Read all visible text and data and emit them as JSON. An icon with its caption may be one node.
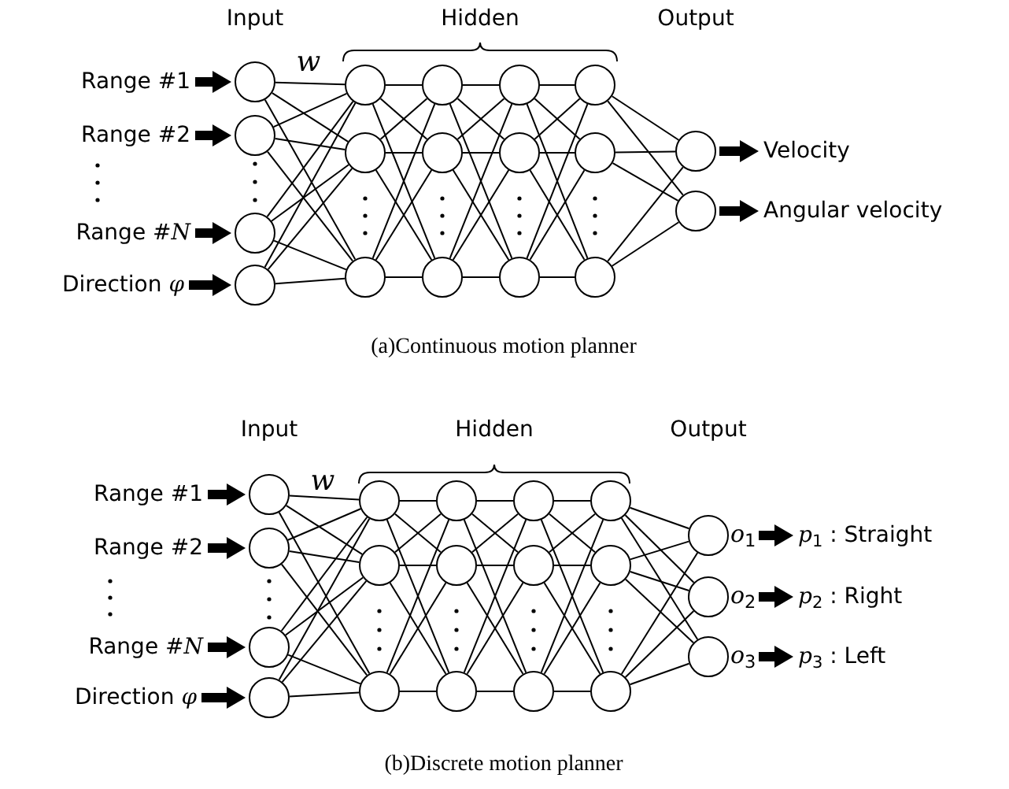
{
  "diagram": {
    "nodes": [
      {
        "text": [
          "Range #1"
        ]
      },
      {
        "text": [
          "Range #2"
        ]
      },
      {
        "text": [
          "Range #*N*"
        ]
      },
      {
        "text": [
          "Direction *φ*"
        ]
      },
      {
        "text": [],
        "shape": "circle"
      },
      {
        "text": [],
        "shape": "circle"
      },
      {
        "text": [],
        "shape": "circle"
      },
      {
        "text": [],
        "shape": "circle"
      },
      {
        "text": [],
        "shape": "circle"
      },
      {
        "text": [],
        "shape": "circle"
      },
      {
        "text": [],
        "shape": "circle"
      },
      {
        "text": [],
        "shape": "circle"
      },
      {
        "text": [],
        "shape": "circle"
      },
      {
        "text": [],
        "shape": "circle"
      },
      {
        "text": [],
        "shape": "circle"
      },
      {
        "text": [],
        "shape": "circle"
      },
      {
        "text": [],
        "shape": "circle"
      },
      {
        "text": [],
        "shape": "circle"
      },
      {
        "text": [],
        "shape": "circle"
      },
      {
        "text": [],
        "shape": "circle"
      },
      {
        "text": [],
        "shape": "circle"
      },
      {
        "text": [],
        "shape": "circle"
      },
      {
        "text": [
          "Velocity"
        ]
      },
      {
        "text": [
          "Angular velocity"
        ]
      },
      {
        "text": [
          "Range #1"
        ]
      },
      {
        "text": [
          "Range #2"
        ]
      },
      {
        "text": [
          "Range #*N*"
        ]
      },
      {
        "text": [
          "Direction *φ*"
        ]
      },
      {
        "text": [],
        "shape": "circle"
      },
      {
        "text": [],
        "shape": "circle"
      },
      {
        "text": [],
        "shape": "circle"
      },
      {
        "text": [],
        "shape": "circle"
      },
      {
        "text": [],
        "shape": "circle"
      },
      {
        "text": [],
        "shape": "circle"
      },
      {
        "text": [],
        "shape": "circle"
      },
      {
        "text": [],
        "shape": "circle"
      },
      {
        "text": [],
        "shape": "circle"
      },
      {
        "text": [],
        "shape": "circle"
      },
      {
        "text": [],
        "shape": "circle"
      },
      {
        "text": [],
        "shape": "circle"
      },
      {
        "text": [],
        "shape": "circle"
      },
      {
        "text": [],
        "shape": "circle"
      },
      {
        "text": [],
        "shape": "circle"
      },
      {
        "text": [],
        "shape": "circle"
      },
      {
        "text": [],
        "shape": "circle",
        "beside": [
          "*o*$_{1}$"
        ]
      },
      {
        "text": [],
        "shape": "circle",
        "beside": [
          "*o*$_{2}$"
        ]
      },
      {
        "text": [],
        "shape": "circle",
        "beside": [
          "*o*$_{3}$"
        ]
      },
      {
        "text": [
          "*p*$_{1}$ : Straight"
        ]
      },
      {
        "text": [
          "*p*$_{2}$ : Right"
        ]
      },
      {
        "text": [
          "*p*$_{3}$ : Left"
        ]
      }
    ],
    "edges": [
      {
        "from": 0,
        "to": 4,
        "arrow": "to",
        "style": "thick"
      },
      {
        "from": 1,
        "to": 5,
        "arrow": "to",
        "style": "thick"
      },
      {
        "from": 2,
        "to": 6,
        "arrow": "to",
        "style": "thick"
      },
      {
        "from": 3,
        "to": 7,
        "arrow": "to",
        "style": "thick"
      },
      {
        "from": 4,
        "to": 8,
        "arrow": "none"
      },
      {
        "from": 4,
        "to": 9,
        "arrow": "none"
      },
      {
        "from": 4,
        "to": 10,
        "arrow": "none"
      },
      {
        "from": 5,
        "to": 8,
        "arrow": "none"
      },
      {
        "from": 5,
        "to": 9,
        "arrow": "none"
      },
      {
        "from": 5,
        "to": 10,
        "arrow": "none"
      },
      {
        "from": 6,
        "to": 8,
        "arrow": "none"
      },
      {
        "from": 6,
        "to": 9,
        "arrow": "none"
      },
      {
        "from": 6,
        "to": 10,
        "arrow": "none"
      },
      {
        "from": 7,
        "to": 8,
        "arrow": "none"
      },
      {
        "from": 7,
        "to": 9,
        "arrow": "none"
      },
      {
        "from": 7,
        "to": 10,
        "arrow": "none"
      },
      {
        "from": 8,
        "to": 11,
        "arrow": "none"
      },
      {
        "from": 8,
        "to": 12,
        "arrow": "none"
      },
      {
        "from": 8,
        "to": 13,
        "arrow": "none"
      },
      {
        "from": 9,
        "to": 11,
        "arrow": "none"
      },
      {
        "from": 9,
        "to": 12,
        "arrow": "none"
      },
      {
        "from": 9,
        "to": 13,
        "arrow": "none"
      },
      {
        "from": 10,
        "to": 11,
        "arrow": "none"
      },
      {
        "from": 10,
        "to": 12,
        "arrow": "none"
      },
      {
        "from": 10,
        "to": 13,
        "arrow": "none"
      },
      {
        "from": 11,
        "to": 14,
        "arrow": "none"
      },
      {
        "from": 11,
        "to": 15,
        "arrow": "none"
      },
      {
        "from": 11,
        "to": 16,
        "arrow": "none"
      },
      {
        "from": 12,
        "to": 14,
        "arrow": "none"
      },
      {
        "from": 12,
        "to": 15,
        "arrow": "none"
      },
      {
        "from": 12,
        "to": 16,
        "arrow": "none"
      },
      {
        "from": 13,
        "to": 14,
        "arrow": "none"
      },
      {
        "from": 13,
        "to": 15,
        "arrow": "none"
      },
      {
        "from": 13,
        "to": 16,
        "arrow": "none"
      },
      {
        "from": 14,
        "to": 17,
        "arrow": "none"
      },
      {
        "from": 14,
        "to": 18,
        "arrow": "none"
      },
      {
        "from": 14,
        "to": 19,
        "arrow": "none"
      },
      {
        "from": 15,
        "to": 17,
        "arrow": "none"
      },
      {
        "from": 15,
        "to": 18,
        "arrow": "none"
      },
      {
        "from": 15,
        "to": 19,
        "arrow": "none"
      },
      {
        "from": 16,
        "to": 17,
        "arrow": "none"
      },
      {
        "from": 16,
        "to": 18,
        "arrow": "none"
      },
      {
        "from": 16,
        "to": 19,
        "arrow": "none"
      },
      {
        "from": 17,
        "to": 20,
        "arrow": "none"
      },
      {
        "from": 17,
        "to": 21,
        "arrow": "none"
      },
      {
        "from": 18,
        "to": 20,
        "arrow": "none"
      },
      {
        "from": 18,
        "to": 21,
        "arrow": "none"
      },
      {
        "from": 19,
        "to": 20,
        "arrow": "none"
      },
      {
        "from": 19,
        "to": 21,
        "arrow": "none"
      },
      {
        "from": 20,
        "to": 22,
        "arrow": "to",
        "style": "thick"
      },
      {
        "from": 21,
        "to": 23,
        "arrow": "to",
        "style": "thick"
      },
      {
        "from": 24,
        "to": 28,
        "arrow": "to",
        "style": "thick"
      },
      {
        "from": 25,
        "to": 29,
        "arrow": "to",
        "style": "thick"
      },
      {
        "from": 26,
        "to": 30,
        "arrow": "to",
        "style": "thick"
      },
      {
        "from": 27,
        "to": 31,
        "arrow": "to",
        "style": "thick"
      },
      {
        "from": 28,
        "to": 32,
        "arrow": "none"
      },
      {
        "from": 28,
        "to": 33,
        "arrow": "none"
      },
      {
        "from": 28,
        "to": 34,
        "arrow": "none"
      },
      {
        "from": 29,
        "to": 32,
        "arrow": "none"
      },
      {
        "from": 29,
        "to": 33,
        "arrow": "none"
      },
      {
        "from": 29,
        "to": 34,
        "arrow": "none"
      },
      {
        "from": 30,
        "to": 32,
        "arrow": "none"
      },
      {
        "from": 30,
        "to": 33,
        "arrow": "none"
      },
      {
        "from": 30,
        "to": 34,
        "arrow": "none"
      },
      {
        "from": 31,
        "to": 32,
        "arrow": "none"
      },
      {
        "from": 31,
        "to": 33,
        "arrow": "none"
      },
      {
        "from": 31,
        "to": 34,
        "arrow": "none"
      },
      {
        "from": 32,
        "to": 35,
        "arrow": "none"
      },
      {
        "from": 32,
        "to": 36,
        "arrow": "none"
      },
      {
        "from": 32,
        "to": 37,
        "arrow": "none"
      },
      {
        "from": 33,
        "to": 35,
        "arrow": "none"
      },
      {
        "from": 33,
        "to": 36,
        "arrow": "none"
      },
      {
        "from": 33,
        "to": 37,
        "arrow": "none"
      },
      {
        "from": 34,
        "to": 35,
        "arrow": "none"
      },
      {
        "from": 34,
        "to": 36,
        "arrow": "none"
      },
      {
        "from": 34,
        "to": 37,
        "arrow": "none"
      },
      {
        "from": 35,
        "to": 38,
        "arrow": "none"
      },
      {
        "from": 35,
        "to": 39,
        "arrow": "none"
      },
      {
        "from": 35,
        "to": 40,
        "arrow": "none"
      },
      {
        "from": 36,
        "to": 38,
        "arrow": "none"
      },
      {
        "from": 36,
        "to": 39,
        "arrow": "none"
      },
      {
        "from": 36,
        "to": 40,
        "arrow": "none"
      },
      {
        "from": 37,
        "to": 38,
        "arrow": "none"
      },
      {
        "from": 37,
        "to": 39,
        "arrow": "none"
      },
      {
        "from": 37,
        "to": 40,
        "arrow": "none"
      },
      {
        "from": 38,
        "to": 41,
        "arrow": "none"
      },
      {
        "from": 38,
        "to": 42,
        "arrow": "none"
      },
      {
        "from": 38,
        "to": 43,
        "arrow": "none"
      },
      {
        "from": 39,
        "to": 41,
        "arrow": "none"
      },
      {
        "from": 39,
        "to": 42,
        "arrow": "none"
      },
      {
        "from": 39,
        "to": 43,
        "arrow": "none"
      },
      {
        "from": 40,
        "to": 41,
        "arrow": "none"
      },
      {
        "from": 40,
        "to": 42,
        "arrow": "none"
      },
      {
        "from": 40,
        "to": 43,
        "arrow": "none"
      },
      {
        "from": 41,
        "to": 44,
        "arrow": "none"
      },
      {
        "from": 41,
        "to": 45,
        "arrow": "none"
      },
      {
        "from": 41,
        "to": 46,
        "arrow": "none"
      },
      {
        "from": 42,
        "to": 44,
        "arrow": "none"
      },
      {
        "from": 42,
        "to": 45,
        "arrow": "none"
      },
      {
        "from": 42,
        "to": 46,
        "arrow": "none"
      },
      {
        "from": 43,
        "to": 44,
        "arrow": "none"
      },
      {
        "from": 43,
        "to": 45,
        "arrow": "none"
      },
      {
        "from": 43,
        "to": 46,
        "arrow": "none"
      },
      {
        "from": 44,
        "to": 47,
        "arrow": "to",
        "style": "thick"
      },
      {
        "from": 45,
        "to": 48,
        "arrow": "to",
        "style": "thick"
      },
      {
        "from": 46,
        "to": 49,
        "arrow": "to",
        "style": "thick"
      }
    ],
    "labels": [
      "Input",
      "Hidden",
      "Output",
      "w",
      "(a)Continuous motion planner",
      "Input",
      "Hidden",
      "Output",
      "w",
      "(b)Discrete motion planner"
    ]
  }
}
